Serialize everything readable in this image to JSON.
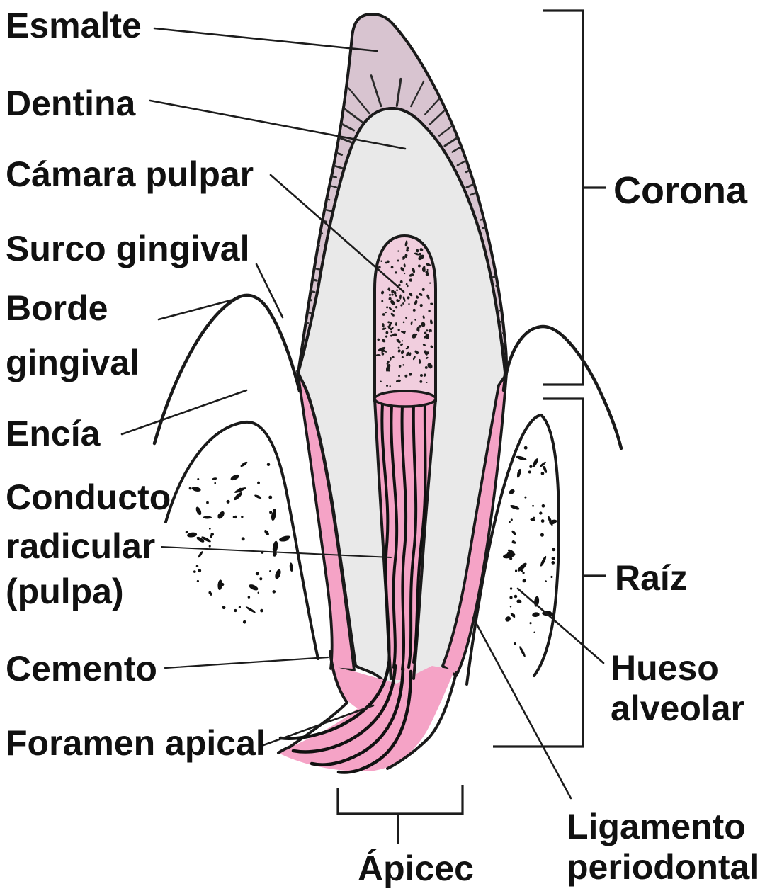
{
  "diagram": {
    "title_semantic": "tooth-anatomy-cross-section",
    "language": "es",
    "labels": {
      "esmalte": "Esmalte",
      "dentina": "Dentina",
      "camara_pulpar": "Cámara pulpar",
      "surco_gingival": "Surco gingival",
      "borde_gingival": [
        "Borde",
        "gingival"
      ],
      "encia": "Encía",
      "conducto_radicular": [
        "Conducto",
        "radicular",
        "(pulpa)"
      ],
      "cemento": "Cemento",
      "foramen_apical": "Foramen apical",
      "corona": "Corona",
      "raiz": "Raíz",
      "hueso_alveolar": [
        "Hueso",
        "alveolar"
      ],
      "ligamento_periodontal": [
        "Ligamento",
        "periodontal"
      ],
      "apice": "Ápicec"
    },
    "colors": {
      "enamel": "#d8c4d0",
      "dentin": "#e9e9e9",
      "pulp_chamber": "#f1cede",
      "pulp_canal": "#f5a3c6",
      "cementum": "#f5a3c6",
      "apex_tissue": "#f5a3c6",
      "outline": "#1a1a1a",
      "leader": "#1c1c1c",
      "text": "#111111",
      "background": "#ffffff"
    }
  }
}
